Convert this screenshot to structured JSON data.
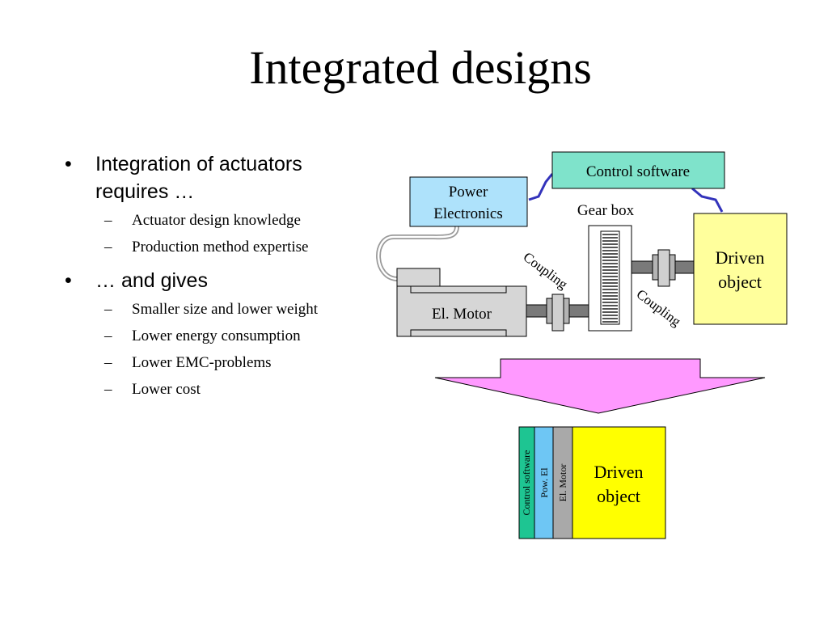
{
  "slide": {
    "title": "Integrated designs"
  },
  "bullets": {
    "b1_line1": "Integration of actuators",
    "b1_line2": "requires …",
    "b1_subs": [
      "Actuator design knowledge",
      "Production method expertise"
    ],
    "b2": "… and gives",
    "b2_subs": [
      "Smaller size and lower weight",
      "Lower energy consumption",
      "Lower EMC-problems",
      "Lower cost"
    ],
    "bullet_symbol": "•",
    "dash_symbol": "–"
  },
  "diagram": {
    "control_software": "Control software",
    "power_electronics_line1": "Power",
    "power_electronics_line2": "Electronics",
    "gear_box": "Gear box",
    "driven_object_line1": "Driven",
    "driven_object_line2": "object",
    "coupling_left": "Coupling",
    "coupling_right": "Coupling",
    "el_motor": "El. Motor",
    "integrated_control_software": "Control software",
    "integrated_power_el": "Pow. El",
    "integrated_el_motor": "El. Motor",
    "integrated_driven_line1": "Driven",
    "integrated_driven_line2": "object"
  },
  "colors": {
    "control_software": "#7fe3cb",
    "power_electronics": "#aee2fb",
    "driven_object": "#ffff9c",
    "arrow": "#ff99ff",
    "motor": "#d6d6d6",
    "integrated_control_software": "#1ec592",
    "integrated_power_el": "#6ec6f4",
    "integrated_el_motor": "#a9a9a9",
    "integrated_driven_object": "#ffff00",
    "signal_wire": "#3333bb",
    "cable": "#9a9a9a"
  }
}
